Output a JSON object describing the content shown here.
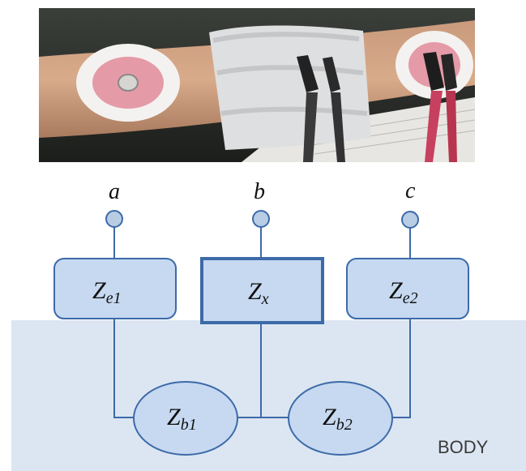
{
  "photo": {
    "description_icon": "arm-electrodes-photo"
  },
  "terminals": [
    {
      "label": "a"
    },
    {
      "label": "b"
    },
    {
      "label": "c"
    }
  ],
  "impedances": {
    "ze1": {
      "main": "Z",
      "sub": "e1"
    },
    "zx": {
      "main": "Z",
      "sub": "x"
    },
    "ze2": {
      "main": "Z",
      "sub": "e2"
    },
    "zb1": {
      "main": "Z",
      "sub": "b1"
    },
    "zb2": {
      "main": "Z",
      "sub": "b2"
    }
  },
  "body_label": "BODY",
  "colors": {
    "body_region": "#dce6f2",
    "box_fill": "#c6d9f1",
    "stroke": "#3d6aa8",
    "terminal_fill": "#b8cce4"
  }
}
